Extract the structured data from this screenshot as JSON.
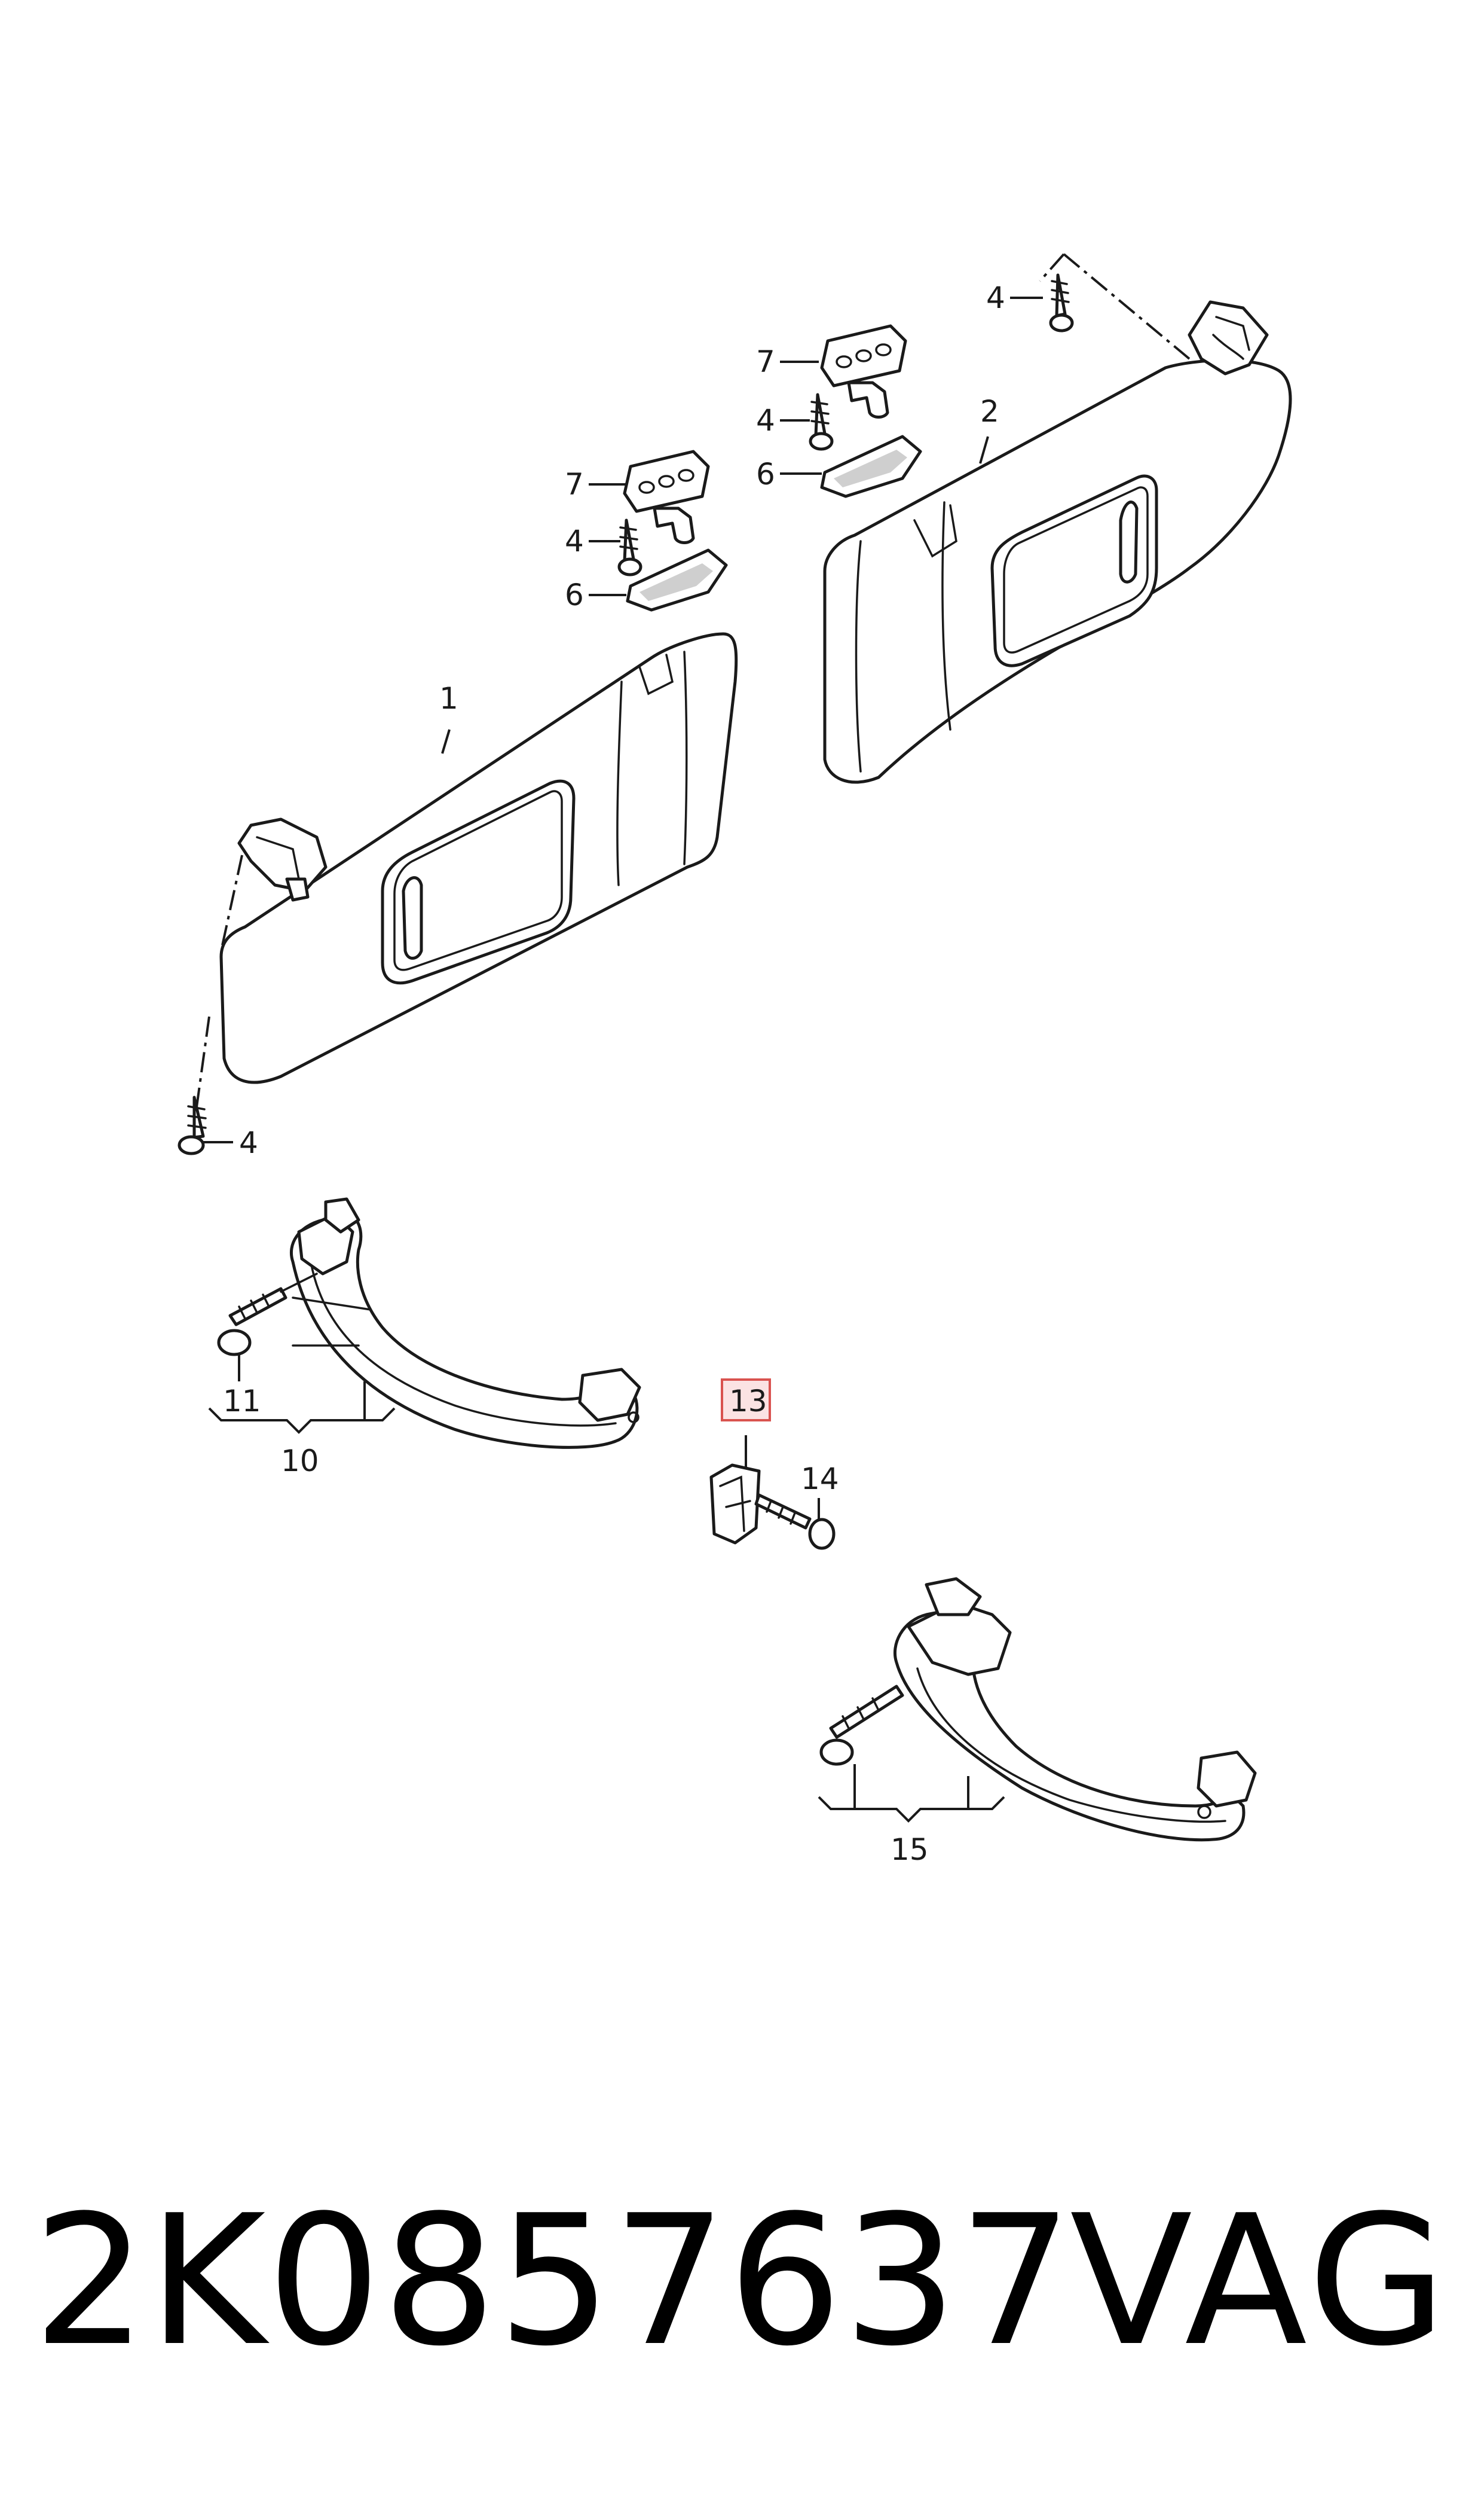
{
  "callouts": {
    "c1": "1",
    "c2": "2",
    "c4a": "4",
    "c4b": "4",
    "c4c": "4",
    "c4d": "4",
    "c6a": "6",
    "c6b": "6",
    "c7a": "7",
    "c7b": "7",
    "c10": "10",
    "c11": "11",
    "c13": "13",
    "c14": "14",
    "c15": "15"
  },
  "highlight": {
    "callout": "13",
    "border_color": "#d9534f",
    "fill_color": "#fbe3e3"
  },
  "footer": {
    "part_number": "2K0857637",
    "brand": "VAG"
  }
}
